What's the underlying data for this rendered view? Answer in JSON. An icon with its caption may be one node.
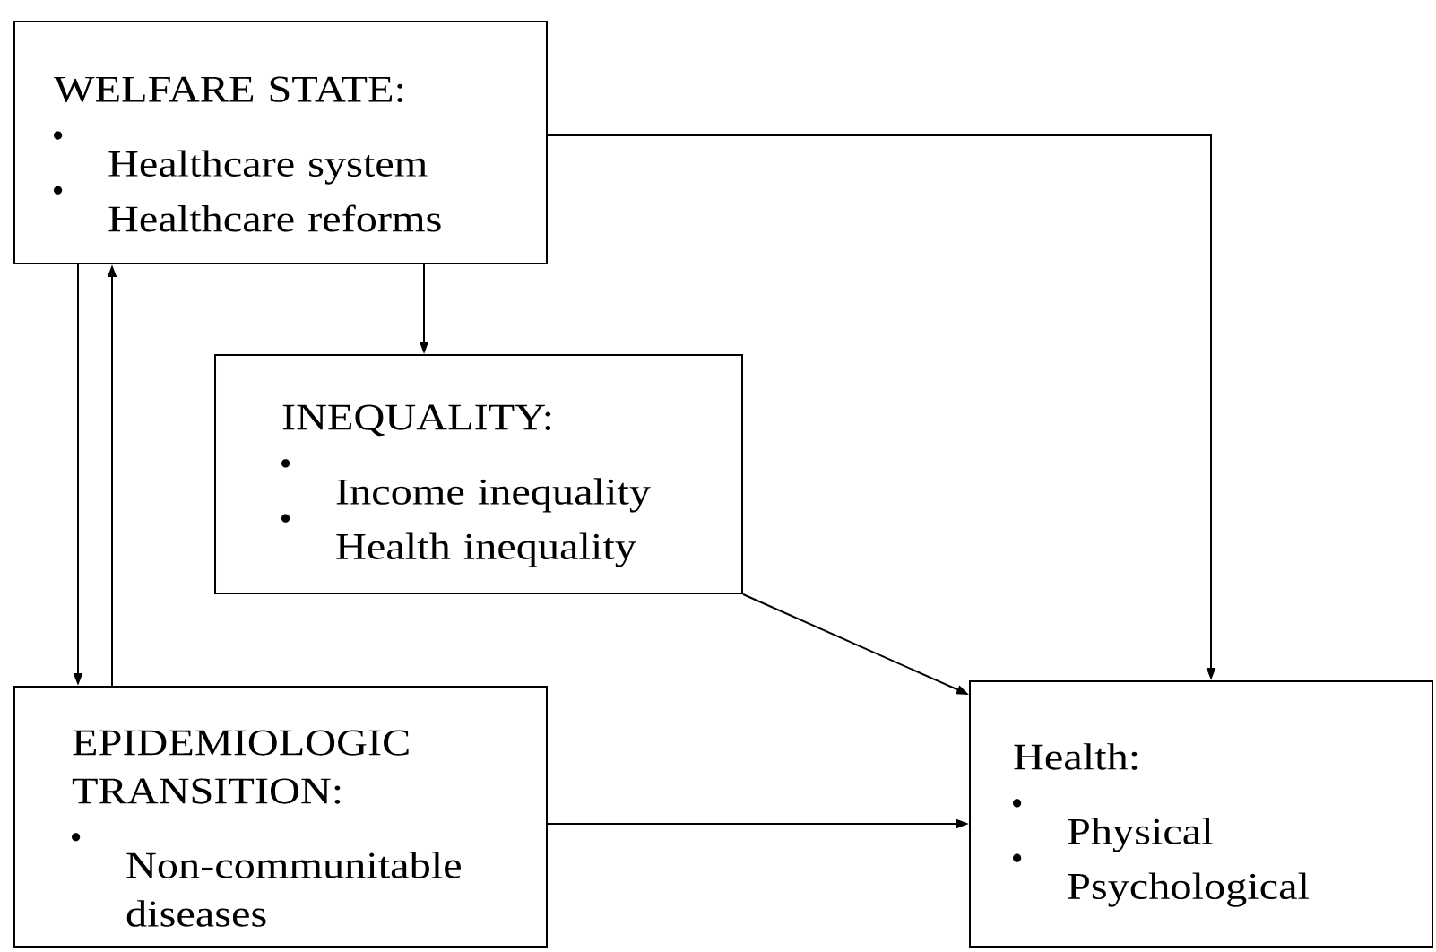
{
  "diagram": {
    "nodes": [
      {
        "text": [
          "WELFARE STATE:",
          "Healthcare system",
          "Healthcare reforms"
        ]
      },
      {
        "text": [
          "INEQUALITY:",
          "Income inequality",
          "Health inequality"
        ]
      },
      {
        "text": [
          "EPIDEMIOLOGIC TRANSITION:",
          "Non-communitable diseases"
        ]
      },
      {
        "text": [
          "Health:",
          "Physical",
          "Psychological"
        ]
      }
    ],
    "edges": [
      {
        "from": 0,
        "to": 3,
        "arrow": "to"
      },
      {
        "from": 0,
        "to": 1,
        "arrow": "to"
      },
      {
        "from": 0,
        "to": 2,
        "arrow": "to"
      },
      {
        "from": 2,
        "to": 0,
        "arrow": "to"
      },
      {
        "from": 1,
        "to": 3,
        "arrow": "to"
      },
      {
        "from": 2,
        "to": 3,
        "arrow": "to"
      }
    ]
  }
}
